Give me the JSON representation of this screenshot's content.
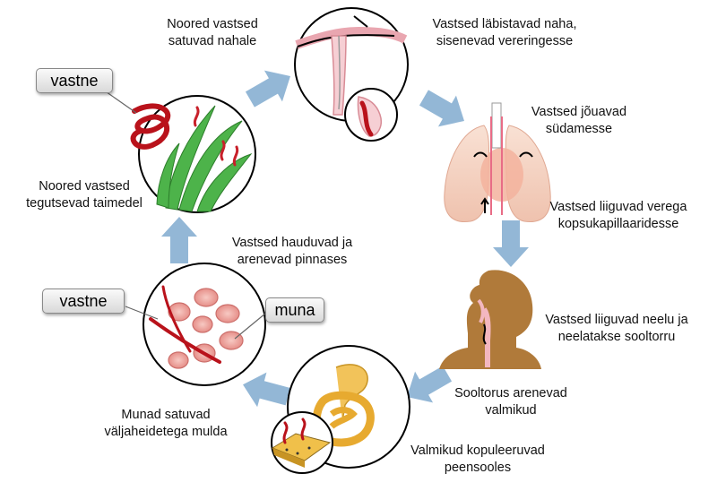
{
  "stages": [
    {
      "id": "s1",
      "lines": [
        "Noored vastsed",
        "satuvad nahale"
      ]
    },
    {
      "id": "s2",
      "lines": [
        "Vastsed läbistavad naha,",
        "sisenevad vereringesse"
      ]
    },
    {
      "id": "s3",
      "lines": [
        "Vastsed jõuavad",
        "südamesse"
      ]
    },
    {
      "id": "s4",
      "lines": [
        "Vastsed liiguvad verega",
        "kopsukapillaaridesse"
      ]
    },
    {
      "id": "s5",
      "lines": [
        "Vastsed liiguvad neelu ja",
        "neelatakse sooltorru"
      ]
    },
    {
      "id": "s6",
      "lines": [
        "Sooltorus arenevad",
        "valmikud"
      ]
    },
    {
      "id": "s7",
      "lines": [
        "Valmikud kopuleeruvad",
        "peensooles"
      ]
    },
    {
      "id": "s8",
      "lines": [
        "Munad satuvad",
        "väljaheidetega mulda"
      ]
    },
    {
      "id": "s9",
      "lines": [
        "Vastsed hauduvad ja",
        "arenevad pinnases"
      ]
    },
    {
      "id": "s10",
      "lines": [
        "Noored vastsed",
        "tegutsevad taimedel"
      ]
    }
  ],
  "callouts": {
    "larva_top": "vastne",
    "larva_bottom": "vastne",
    "egg": "muna"
  },
  "colors": {
    "arrow": "#93b7d6",
    "skin": "#f4c6cc",
    "blood": "#c8202a",
    "lung": "#f6d6c7",
    "silhouette": "#b07a3a",
    "intestine": "#f2c35a"
  }
}
